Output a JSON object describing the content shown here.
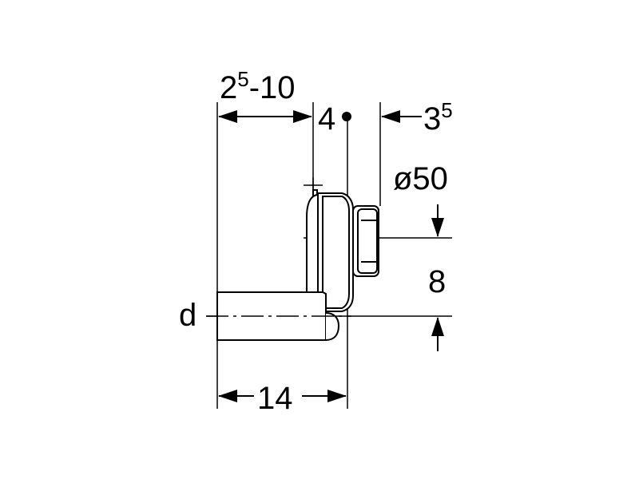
{
  "drawing": {
    "dim_top": {
      "base": "2",
      "sup": "5",
      "rest": "-10"
    },
    "dim_four": "4",
    "dim_right": {
      "base": "3",
      "sup": "5"
    },
    "dim_diameter": "ø50",
    "dim_height": "8",
    "label_d": "d",
    "dim_bottom": "14"
  },
  "colors": {
    "line": "#000000",
    "background": "#ffffff"
  }
}
